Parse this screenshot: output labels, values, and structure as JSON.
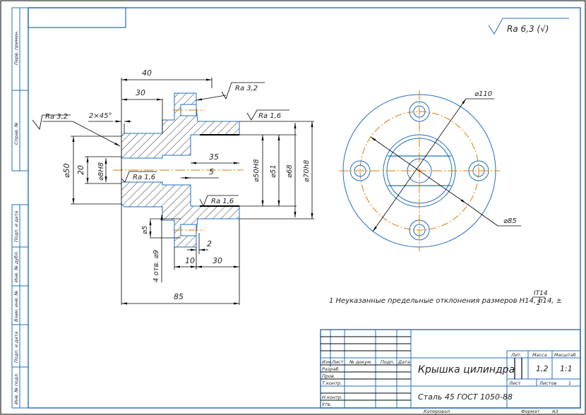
{
  "drawing": {
    "title": "Крышка цилиндра",
    "material": "Сталь 45 ГОСТ 1050-88",
    "roughness_general": "Ra 6,3 (√)",
    "note": "1 Неуказанные предельные отклонения размеров H14, h14, ±",
    "note_fraction_num": "IT14",
    "note_fraction_den": "2",
    "colors": {
      "frame": "#1f6fc0",
      "axis": "#e07b00",
      "ink": "#000000"
    }
  },
  "side_stamp": {
    "labels": [
      "Перв. примен.",
      "Справ. №",
      "Подп. и дата",
      "Инв. № дубл.",
      "Взам. инв. №",
      "Подп. и дата",
      "Инв. № подл."
    ]
  },
  "section_view": {
    "roughness": [
      "Ra 3,2",
      "Ra 3,2",
      "Ra 1,6",
      "Ra 1,6",
      "Ra 1,6"
    ],
    "dims": {
      "d40": "40",
      "d30": "30",
      "chamfer": "2×45°",
      "phi50": "⌀50",
      "d20": "20",
      "phi8": "⌀8H8",
      "d35": "35",
      "d5": "5",
      "phi50h8": "⌀50H8",
      "phi51": "⌀51",
      "phi68": "⌀68",
      "phi70": "⌀70h8",
      "phi5": "⌀5",
      "holes": "4 отв. ⌀9",
      "d2": "2",
      "d10": "10",
      "d30b": "30",
      "d85": "85"
    }
  },
  "front_view": {
    "dims": {
      "phi110": "⌀110",
      "phi85": "⌀85"
    }
  },
  "title_block": {
    "headers": [
      "Изм.",
      "Лист",
      "№ докум.",
      "Подп.",
      "Дата"
    ],
    "rows": [
      "Разраб.",
      "Пров.",
      "Т.контр.",
      "",
      "Н.контр.",
      "Утв."
    ],
    "lit_label": "Лит.",
    "mass_label": "Масса",
    "scale_label": "Масштаб",
    "mass": "1,2",
    "scale": "1:1",
    "sheet_label": "Лист",
    "sheets_label": "Листов",
    "sheets": "1",
    "copied_label": "Копировал",
    "format_label": "Формат",
    "format": "A3"
  }
}
